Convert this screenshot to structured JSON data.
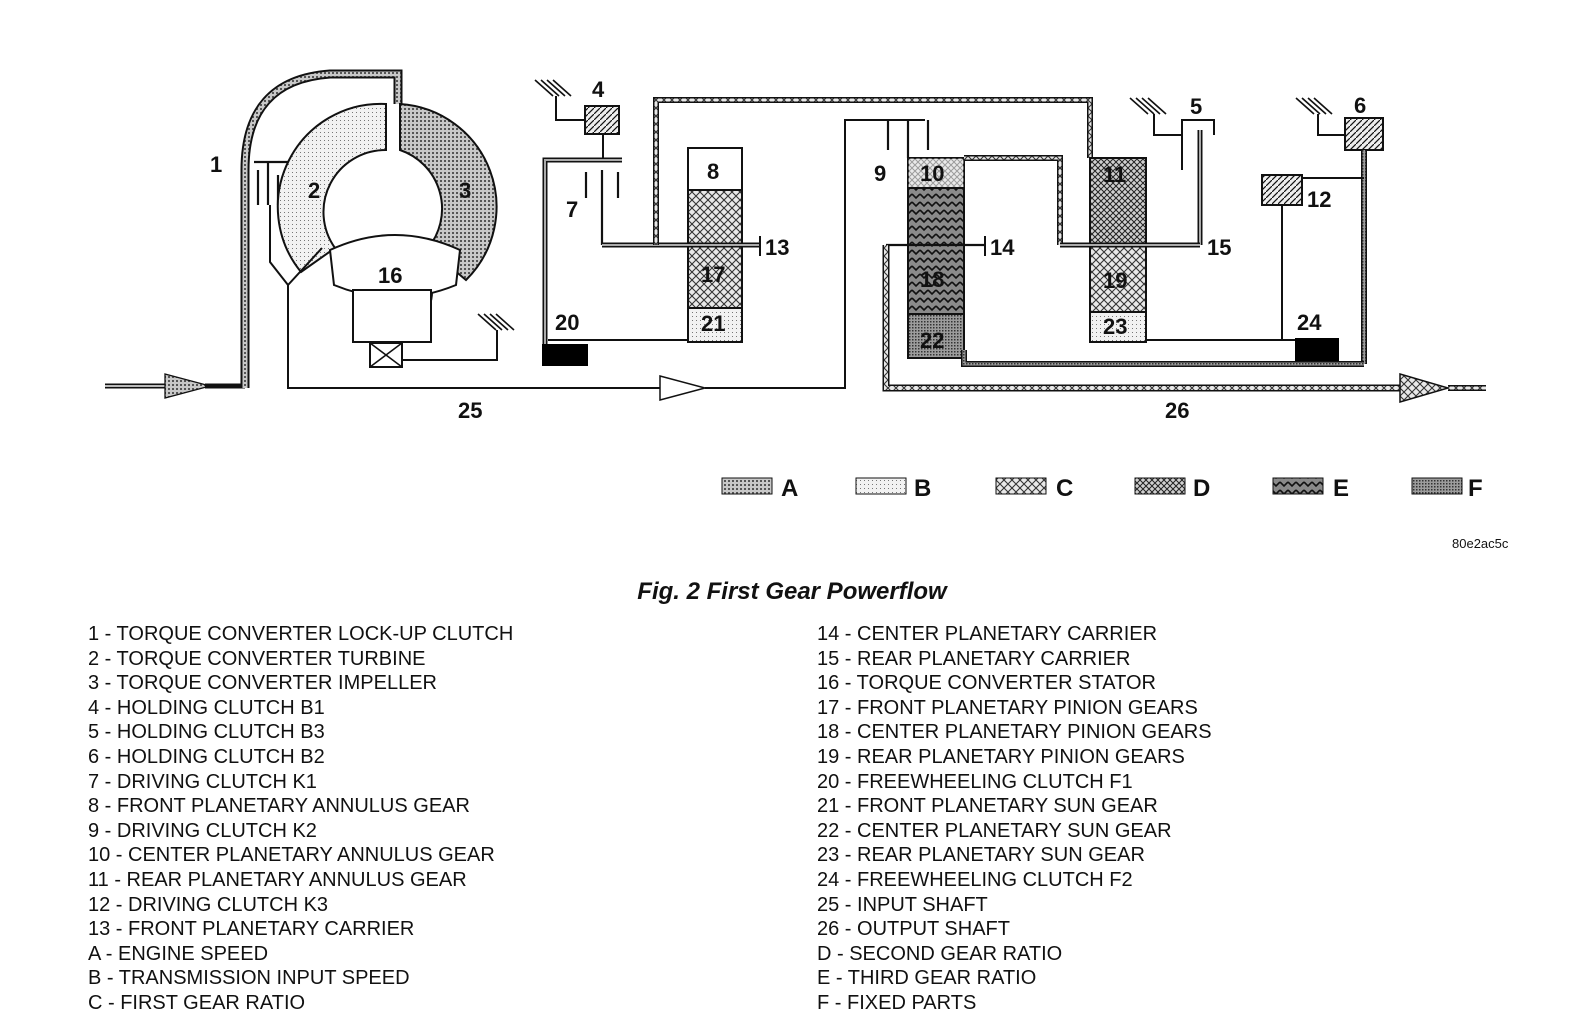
{
  "figure": {
    "caption": "Fig. 2 First Gear Powerflow",
    "code": "80e2ac5c"
  },
  "diagram": {
    "callouts": [
      "1",
      "2",
      "3",
      "4",
      "5",
      "6",
      "7",
      "8",
      "9",
      "10",
      "11",
      "12",
      "13",
      "14",
      "15",
      "16",
      "17",
      "18",
      "19",
      "20",
      "21",
      "22",
      "23",
      "24",
      "25",
      "26"
    ]
  },
  "legend_swatches": [
    {
      "key": "A"
    },
    {
      "key": "B"
    },
    {
      "key": "C"
    },
    {
      "key": "D"
    },
    {
      "key": "E"
    },
    {
      "key": "F"
    }
  ],
  "legend_left": [
    "1 - TORQUE CONVERTER LOCK-UP CLUTCH",
    "2 - TORQUE CONVERTER TURBINE",
    "3 - TORQUE CONVERTER IMPELLER",
    "4 - HOLDING CLUTCH B1",
    "5 - HOLDING CLUTCH B3",
    "6 - HOLDING CLUTCH B2",
    "7 - DRIVING CLUTCH K1",
    "8 - FRONT PLANETARY ANNULUS GEAR",
    "9 - DRIVING CLUTCH K2",
    "10 - CENTER PLANETARY ANNULUS GEAR",
    "11 - REAR PLANETARY ANNULUS GEAR",
    "12 - DRIVING CLUTCH K3",
    "13 - FRONT PLANETARY CARRIER",
    "A - ENGINE SPEED",
    "B - TRANSMISSION INPUT SPEED",
    "C - FIRST GEAR RATIO"
  ],
  "legend_right": [
    "14 - CENTER PLANETARY CARRIER",
    "15 - REAR PLANETARY CARRIER",
    "16 - TORQUE CONVERTER STATOR",
    "17 - FRONT PLANETARY PINION GEARS",
    "18 - CENTER PLANETARY PINION GEARS",
    "19 - REAR PLANETARY PINION GEARS",
    "20 - FREEWHEELING CLUTCH F1",
    "21 - FRONT PLANETARY SUN GEAR",
    "22 - CENTER PLANETARY SUN GEAR",
    "23 - REAR PLANETARY SUN GEAR",
    "24 - FREEWHEELING CLUTCH F2",
    "25 - INPUT SHAFT",
    "26 - OUTPUT SHAFT",
    "D - SECOND GEAR RATIO",
    "E - THIRD GEAR RATIO",
    "F - FIXED PARTS"
  ],
  "colors": {
    "ink": "#111111",
    "pattern_a": "#9a9a9a",
    "pattern_b": "#e4e4e4",
    "pattern_c": "#b9b9b9",
    "pattern_d": "#a6a6a6",
    "pattern_e": "#6c6c6c",
    "pattern_f": "#8a8a8a",
    "solid_clutch": "#000000"
  }
}
